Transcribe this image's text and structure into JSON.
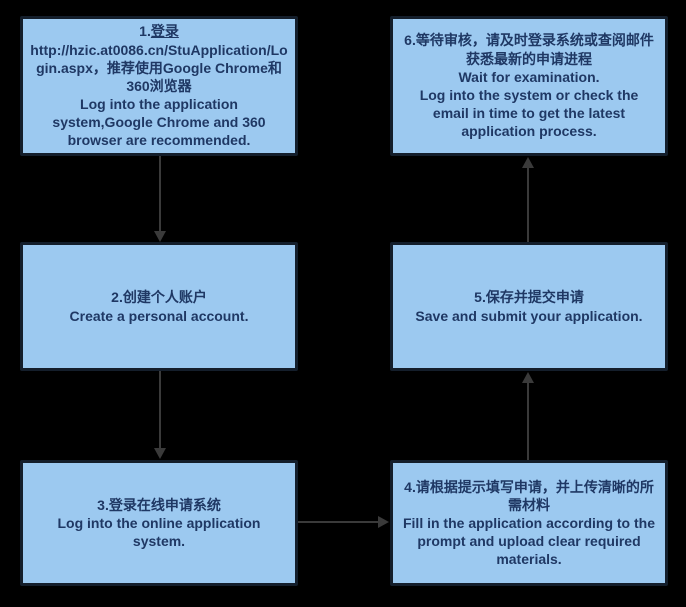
{
  "colors": {
    "background": "#000000",
    "box_fill": "#9CC9F0",
    "box_border": "#141E2B",
    "text": "#1F3864",
    "arrow": "#3A3A3A"
  },
  "steps": {
    "s1": {
      "zh_prefix": "1.",
      "zh_link": "登录",
      "zh_tail": "http://hzic.at0086.cn/StuApplication/Login.aspx，推荐使用Google Chrome和360浏览器",
      "en": "Log into the application system,Google Chrome and 360 browser are recommended."
    },
    "s2": {
      "zh": "2.创建个人账户",
      "en": "Create a personal account."
    },
    "s3": {
      "zh": "3.登录在线申请系统",
      "en": "Log into the online application system."
    },
    "s4": {
      "zh": "4.请根据提示填写申请，并上传清晰的所需材料",
      "en": "Fill in the application according to the prompt and upload clear required materials."
    },
    "s5": {
      "zh": "5.保存并提交申请",
      "en": "Save and submit your application."
    },
    "s6": {
      "zh": "6.等待审核，请及时登录系统或查阅邮件获悉最新的申请进程",
      "en1": "Wait for examination.",
      "en2": "Log into the system or check the email in time to get the latest application process."
    }
  }
}
